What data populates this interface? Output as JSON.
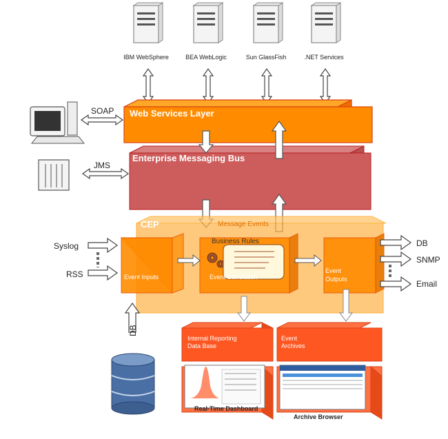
{
  "servers": [
    {
      "name": "IBM WebSphere"
    },
    {
      "name": "BEA WebLogic"
    },
    {
      "name": "Sun GlassFish"
    },
    {
      "name": ".NET Services"
    }
  ],
  "layers": {
    "web_services": "Web Services Layer",
    "messaging_bus": "Enterprise Messaging Bus",
    "cep": "CEP",
    "message_events": "Message Events"
  },
  "side_inputs": {
    "soap": "SOAP",
    "jms": "JMS",
    "syslog": "Syslog",
    "rss": "RSS",
    "db_input": "DB"
  },
  "cep_boxes": {
    "event_inputs": "Event Inputs",
    "business_rules": "Business Rules",
    "event_correlation": "Event Correlation",
    "event_outputs_1": "Event",
    "event_outputs_2": "Outputs"
  },
  "outputs": {
    "db": "DB",
    "snmp": "SNMP",
    "email": "Email"
  },
  "storage": {
    "internal_db_1": "Internal Reporting",
    "internal_db_2": "Data Base",
    "archives_1": "Event",
    "archives_2": "Archives",
    "dashboard": "Real-Time Dashboard",
    "archive_browser": "Archive Browser"
  },
  "colors": {
    "orange": "#ff8c00",
    "orange_light": "#ffb347",
    "rose": "#cd5c5c",
    "red_orange": "#f4511e",
    "db_blue": "#4a6fa5"
  }
}
